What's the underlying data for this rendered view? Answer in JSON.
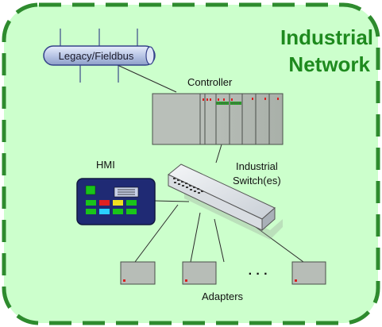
{
  "diagram": {
    "title_line1": "Industrial",
    "title_line2": "Network",
    "bus_label": "Legacy/Fieldbus",
    "controller_label": "Controller",
    "hmi_label": "HMI",
    "switch_label_line1": "Industrial",
    "switch_label_line2": "Switch(es)",
    "adapters_label": "Adapters",
    "ellipsis": "· · ·",
    "colors": {
      "background_fill": "#ccffcc",
      "border_dash": "#2e8b2e",
      "title_text": "#1e8a1e",
      "device_gray": "#b7bdb7"
    }
  }
}
